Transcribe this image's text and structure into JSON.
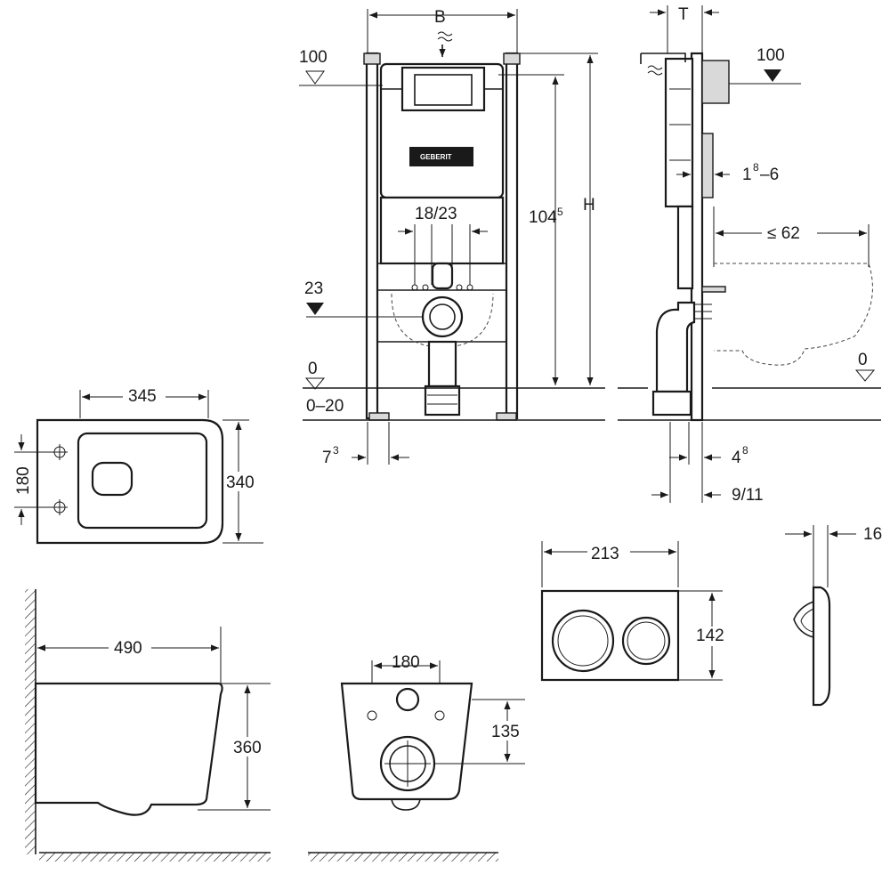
{
  "frame_front": {
    "width_label": "B",
    "height_label": "H",
    "height_dim": {
      "main": "104",
      "sup": "5"
    },
    "spacing_dim": "18/23",
    "level_top": "100",
    "level_mid": "23",
    "level_zero": "0",
    "floor_range": "0–20",
    "leg_offset": {
      "main": "7",
      "sup": "3"
    },
    "logo_text": "GEBERIT"
  },
  "frame_side": {
    "depth_label": "T",
    "level_top": "100",
    "wall_gap": {
      "main": "1",
      "sup": "8",
      "rest": "–6"
    },
    "bowl_projection": "≤ 62",
    "level_zero": "0",
    "foot_a": {
      "main": "4",
      "sup": "8"
    },
    "foot_b": "9/11"
  },
  "bowl_top": {
    "length": "345",
    "width": "340",
    "hole_spacing": "180"
  },
  "bowl_side": {
    "length": "490",
    "height": "360"
  },
  "bowl_back": {
    "hole_spacing": "180",
    "outlet_height": "135"
  },
  "flush_plate": {
    "width": "213",
    "height": "142",
    "depth": "16"
  }
}
